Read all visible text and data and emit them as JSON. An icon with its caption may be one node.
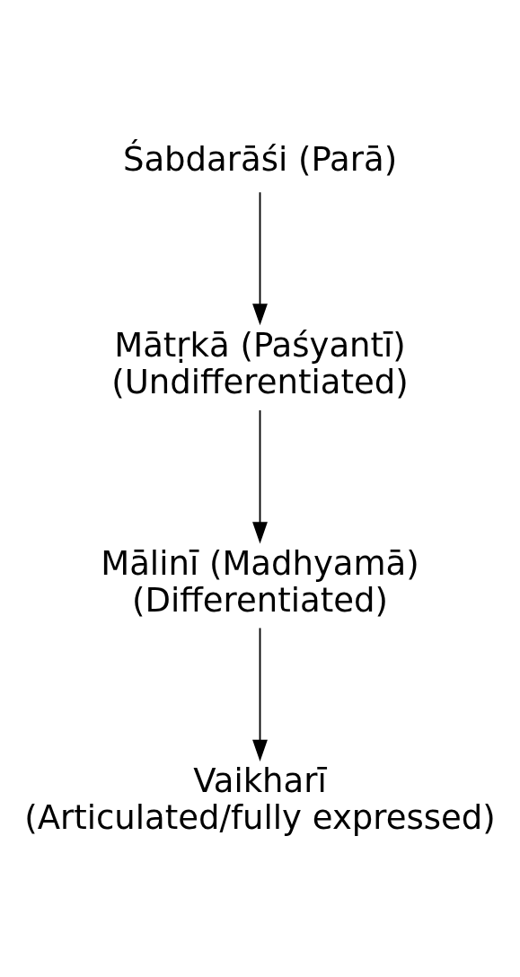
{
  "diagram": {
    "nodes": [
      {
        "text": [
          "Śabdarāśi (Parā)"
        ]
      },
      {
        "text": [
          "Mātṛkā (Paśyantī)",
          "(Undifferentiated)"
        ]
      },
      {
        "text": [
          "Mālinī (Madhyamā)",
          "(Differentiated)"
        ]
      },
      {
        "text": [
          "Vaikharī",
          "(Articulated/fully expressed)"
        ]
      }
    ],
    "edges": [
      {
        "from": 0,
        "to": 1,
        "arrow": "to"
      },
      {
        "from": 1,
        "to": 2,
        "arrow": "to"
      },
      {
        "from": 2,
        "to": 3,
        "arrow": "to"
      }
    ]
  }
}
